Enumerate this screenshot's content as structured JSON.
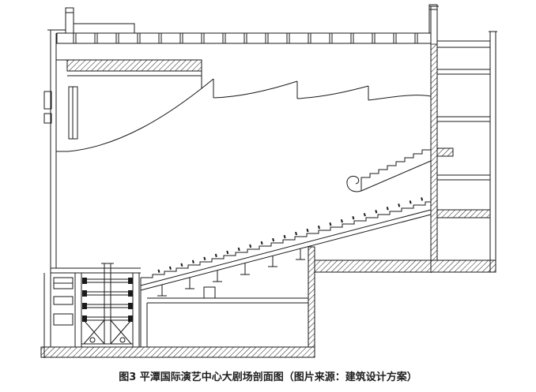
{
  "figure": {
    "caption": "图3 平潭国际演艺中心大剧场剖面图（图片来源：建筑设计方案）",
    "type": "architectural-section-drawing",
    "subject": "theater-grand-hall-section"
  },
  "drawing": {
    "line_color": "#1a1a1a",
    "background_color": "#ffffff",
    "caption_color": "#1e1e1e",
    "parts": [
      "roof-structure",
      "fly-tower-grid",
      "fire-curtain",
      "acoustic-ceiling-curves",
      "raked-seating",
      "balcony-stair",
      "balcony-curved-front",
      "right-side-rooms",
      "stage-floor",
      "orchestra-pit-machinery",
      "scissor-lift",
      "foundation-slab"
    ]
  }
}
